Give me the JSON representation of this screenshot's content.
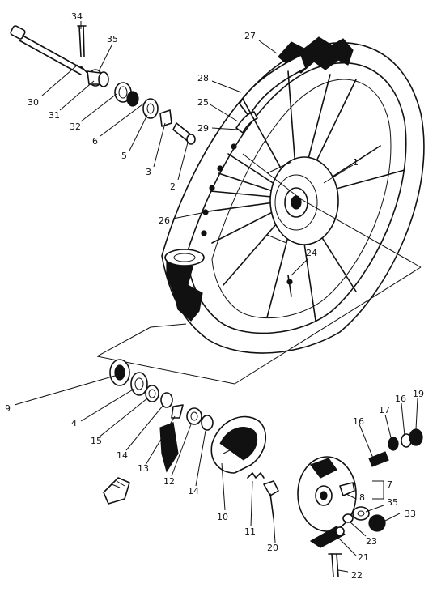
{
  "callouts": {
    "c34": "34",
    "c35a": "35",
    "c30": "30",
    "c31": "31",
    "c32": "32",
    "c6": "6",
    "c5": "5",
    "c3": "3",
    "c2": "2",
    "c27": "27",
    "c28": "28",
    "c25": "25",
    "c29": "29",
    "c1": "1",
    "c26": "26",
    "c24": "24",
    "c9": "9",
    "c4": "4",
    "c15": "15",
    "c14a": "14",
    "c13": "13",
    "c12": "12",
    "c14b": "14",
    "c10": "10",
    "c11": "11",
    "c20": "20",
    "c16a": "16",
    "c17": "17",
    "c16b": "16",
    "c19": "19",
    "c7": "7",
    "c8": "8",
    "c35b": "35",
    "c33": "33",
    "c23": "23",
    "c21": "21",
    "c22": "22"
  }
}
